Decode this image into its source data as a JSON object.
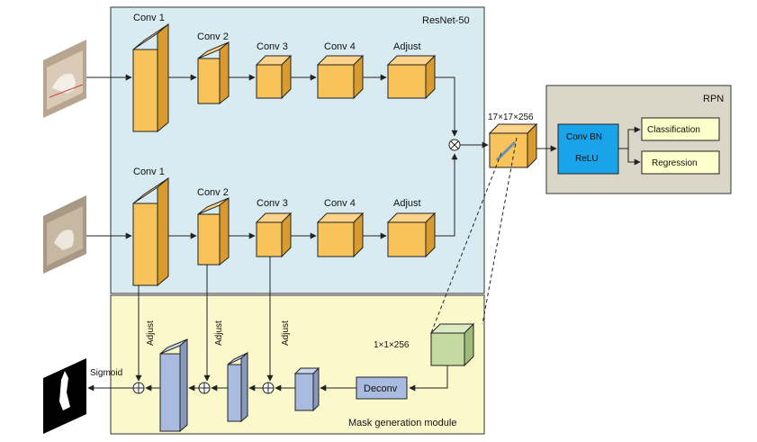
{
  "backbone": {
    "title": "ResNet-50",
    "top_branch": [
      "Conv 1",
      "Conv 2",
      "Conv 3",
      "Conv 4",
      "Adjust"
    ],
    "bottom_branch": [
      "Conv 1",
      "Conv 2",
      "Conv 3",
      "Conv 4",
      "Adjust"
    ]
  },
  "correlation": {
    "feature_label": "17×17×256"
  },
  "rpn": {
    "title": "RPN",
    "block_line1": "Conv BN",
    "block_line2": "ReLU",
    "outputs": [
      "Classification",
      "Regression"
    ]
  },
  "mask_module": {
    "title": "Mask generation module",
    "feature_label": "1×1×256",
    "deconv_label": "Deconv",
    "adjust_labels": [
      "Adjust",
      "Adjust",
      "Adjust"
    ],
    "sigmoid_label": "Sigmoid"
  },
  "colors": {
    "backbone_bg": "#d8ebf1",
    "mask_bg": "#fbf8cc",
    "rpn_bg": "#dad7c8",
    "conv_face": "#f7c35a",
    "conv_side": "#d99a30",
    "rpn_block": "#1aa3e8",
    "rpn_output": "#ffffcc",
    "mask_face": "#a9bce0",
    "feature_green": "#c4daa0"
  }
}
